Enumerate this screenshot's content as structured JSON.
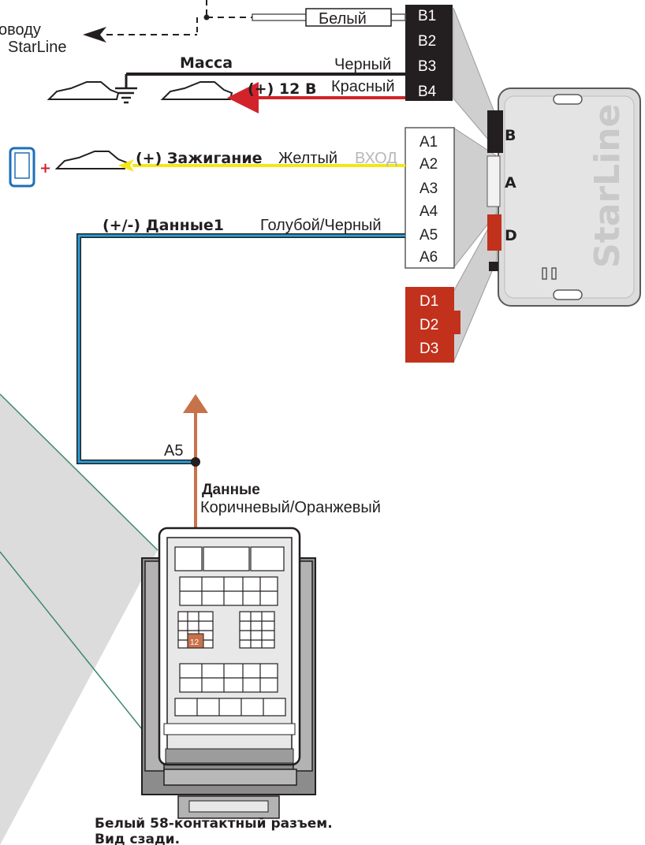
{
  "top": {
    "starline_lead_a": "оводу",
    "starline_lead_b": "StarLine",
    "white_wire": "Белый"
  },
  "connector_b": {
    "pins": [
      "B1",
      "B2",
      "B3",
      "B4"
    ],
    "color": "#231f20"
  },
  "connector_a": {
    "pins": [
      "A1",
      "A2",
      "A3",
      "A4",
      "A5",
      "A6"
    ]
  },
  "connector_d": {
    "pins": [
      "D1",
      "D2",
      "D3"
    ],
    "color": "#c1311c"
  },
  "module": {
    "brand": "StarLine",
    "port_b": "B",
    "port_a": "A",
    "port_d": "D"
  },
  "wires": {
    "ground": {
      "title": "Масса",
      "color_name": "Черный",
      "color": "#231f20"
    },
    "power": {
      "title": "(+) 12 В",
      "color_name": "Красный",
      "color": "#d2232a"
    },
    "ignition": {
      "title": "(+) Зажигание",
      "color_name": "Желтый",
      "dir": "ВХОД",
      "color": "#f4e61a"
    },
    "data1": {
      "title": "(+/-) Данные1",
      "color_name": "Голубой/Черный",
      "color": "#2a9fd6"
    }
  },
  "junction": {
    "pin_label": "A5"
  },
  "car_wire": {
    "title": "Данные",
    "color_name": "Коричневый/Оранжевый",
    "color": "#c8724a",
    "pin_number": "12"
  },
  "caption": {
    "line1": "Белый 58-контактный разъем.",
    "line2": "Вид сзади."
  },
  "plus_sign": "+"
}
